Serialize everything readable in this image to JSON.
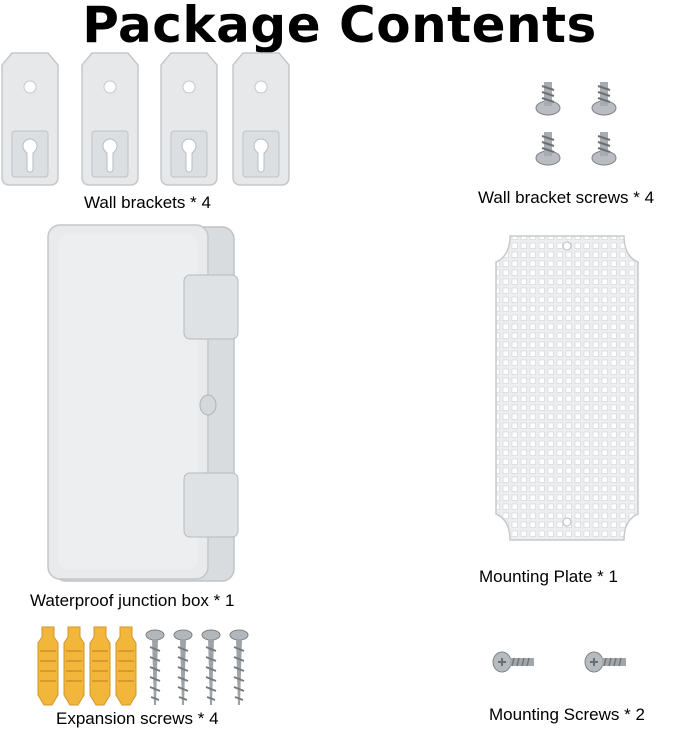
{
  "title": "Package Contents",
  "items": {
    "wall_brackets": "Wall brackets * 4",
    "wall_bracket_screws": "Wall bracket screws * 4",
    "junction_box": "Waterproof junction box * 1",
    "mounting_plate": "Mounting Plate * 1",
    "expansion_screws": "Expansion screws * 4",
    "mounting_screws": "Mounting Screws * 2"
  },
  "colors": {
    "plastic_gray": "#e4e6e8",
    "plastic_edge": "#c4c7ca",
    "anchor_yellow": "#f2b63a",
    "steel": "#9ea3a8"
  }
}
